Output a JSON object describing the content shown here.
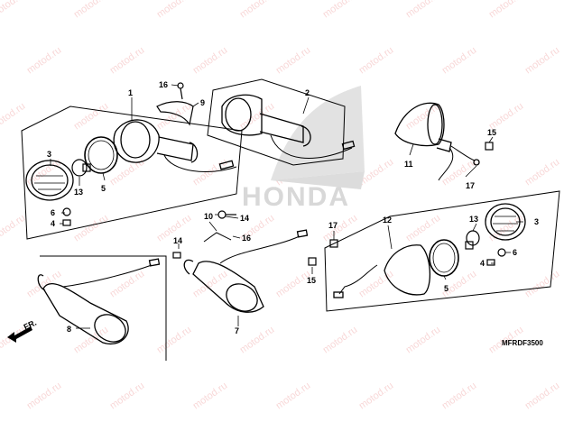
{
  "watermark": "motod.ru",
  "brand_text": "HONDA",
  "diagram_code": "MFRDF3500",
  "front_arrow": "FR.",
  "callouts": [
    "1",
    "2",
    "3",
    "4",
    "5",
    "6",
    "7",
    "8",
    "9",
    "10",
    "11",
    "12",
    "13",
    "14",
    "15",
    "16",
    "17"
  ],
  "colors": {
    "line": "#000000",
    "watermark": "#f3b8b8",
    "brand_wing": "#dcdcdc"
  }
}
